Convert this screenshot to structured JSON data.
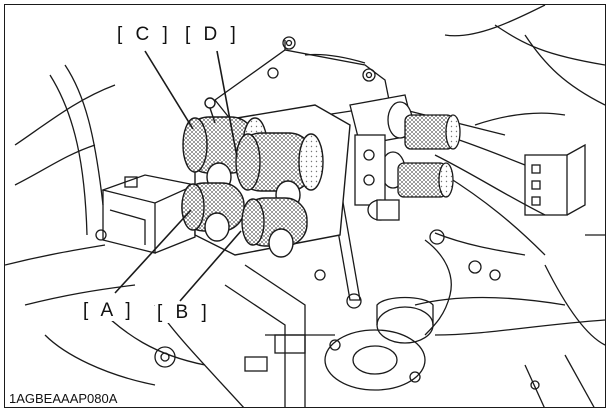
{
  "callouts": {
    "a": "[ A ]",
    "b": "[ B ]",
    "c": "[ C ]",
    "d": "[ D ]"
  },
  "figure_code": "1AGBEAAAP080A",
  "colors": {
    "line": "#1a1a1a",
    "stipple": "#7a7a7a",
    "background": "#ffffff"
  }
}
